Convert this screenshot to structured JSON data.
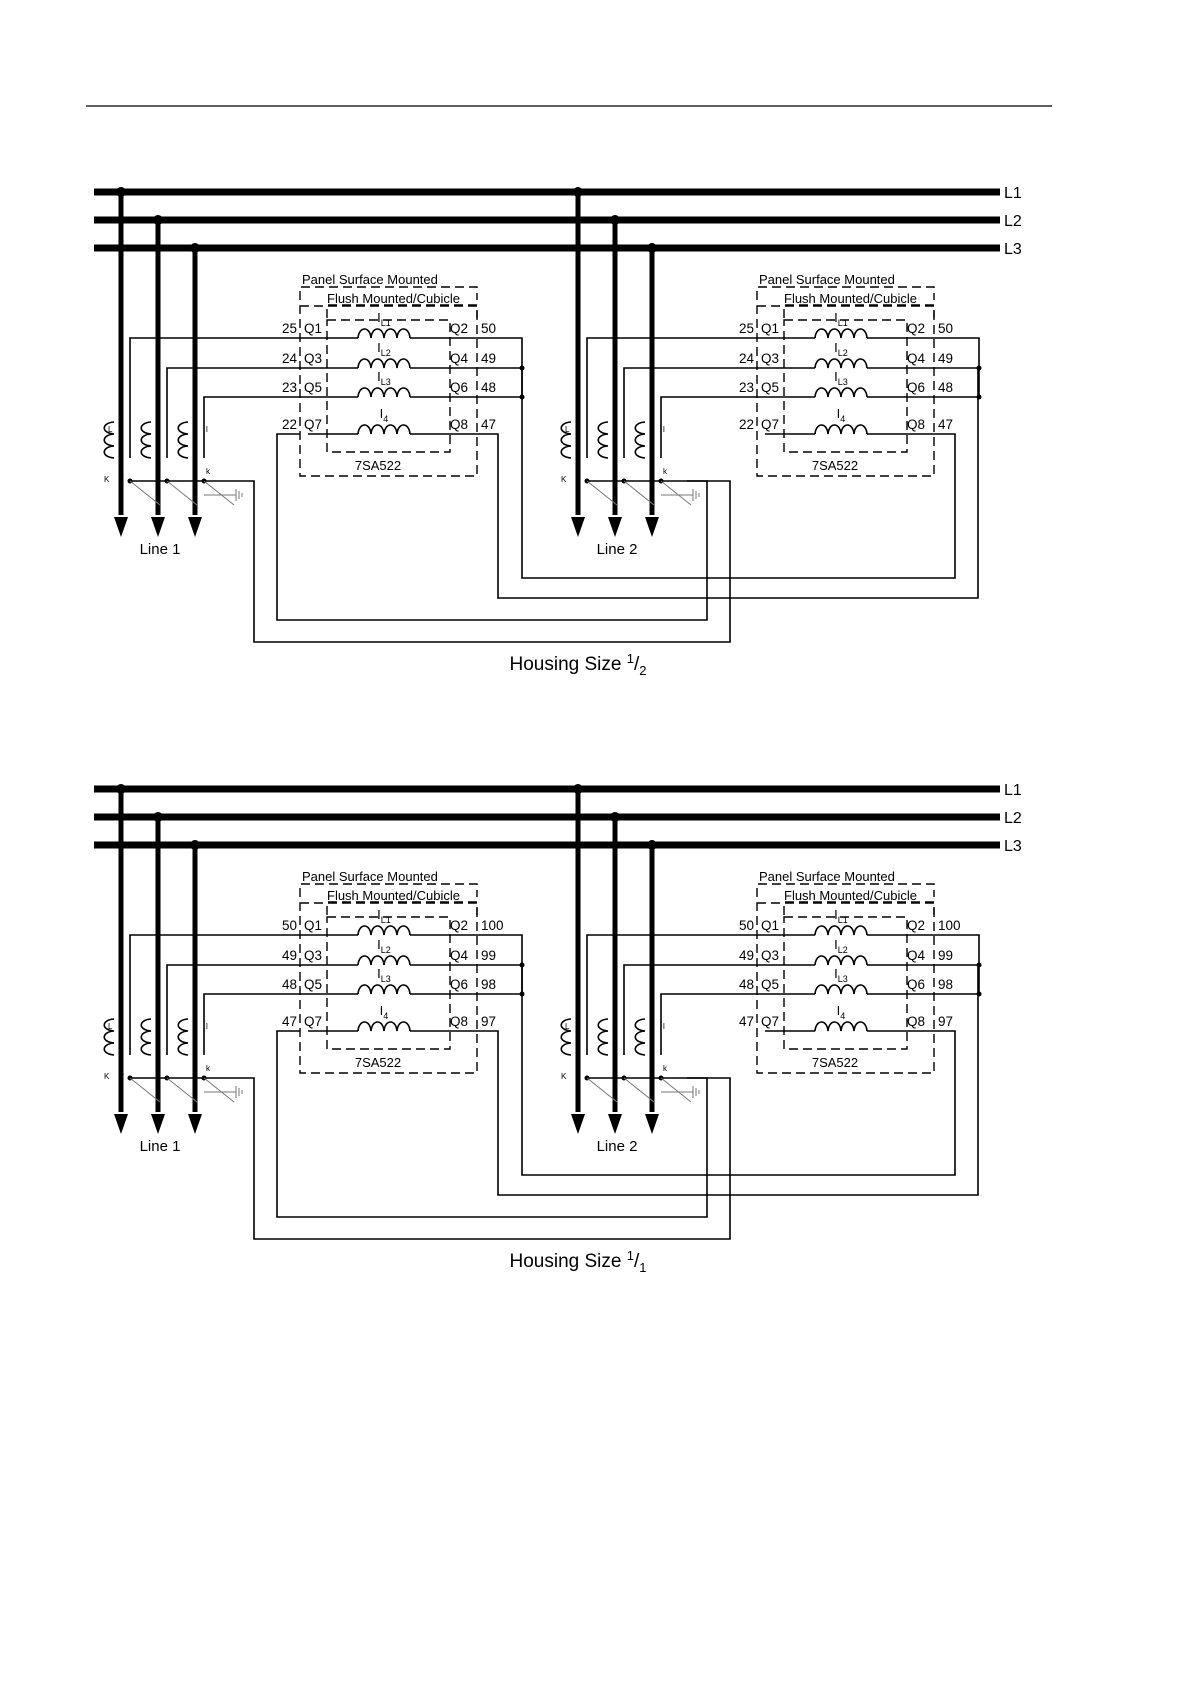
{
  "diagrams": [
    {
      "buses": [
        "L1",
        "L2",
        "L3"
      ],
      "panel_label": "Panel Surface Mounted",
      "flush_label": "Flush Mounted/Cubicle",
      "device_label": "7SA522",
      "coils": [
        {
          "name": "I",
          "sub": "L1"
        },
        {
          "name": "I",
          "sub": "L2"
        },
        {
          "name": "I",
          "sub": "L3"
        },
        {
          "name": "I",
          "sub": "4"
        }
      ],
      "left_q": [
        "Q1",
        "Q3",
        "Q5",
        "Q7"
      ],
      "right_q": [
        "Q2",
        "Q4",
        "Q6",
        "Q8"
      ],
      "left_terms": [
        "25",
        "24",
        "23",
        "22"
      ],
      "right_terms": [
        "50",
        "49",
        "48",
        "47"
      ],
      "line_labels": [
        "Line 1",
        "Line 2"
      ],
      "ct_labels": {
        "L": "L",
        "K": "K",
        "l": "l",
        "k": "k"
      },
      "housing_text": "Housing Size",
      "housing_num": "1",
      "housing_den": "2"
    },
    {
      "buses": [
        "L1",
        "L2",
        "L3"
      ],
      "panel_label": "Panel Surface Mounted",
      "flush_label": "Flush Mounted/Cubicle",
      "device_label": "7SA522",
      "coils": [
        {
          "name": "I",
          "sub": "L1"
        },
        {
          "name": "I",
          "sub": "L2"
        },
        {
          "name": "I",
          "sub": "L3"
        },
        {
          "name": "I",
          "sub": "4"
        }
      ],
      "left_q": [
        "Q1",
        "Q3",
        "Q5",
        "Q7"
      ],
      "right_q": [
        "Q2",
        "Q4",
        "Q6",
        "Q8"
      ],
      "left_terms": [
        "50",
        "49",
        "48",
        "47"
      ],
      "right_terms": [
        "100",
        "99",
        "98",
        "97"
      ],
      "line_labels": [
        "Line 1",
        "Line 2"
      ],
      "ct_labels": {
        "L": "L",
        "K": "K",
        "l": "l",
        "k": "k"
      },
      "housing_text": "Housing Size",
      "housing_num": "1",
      "housing_den": "1"
    }
  ]
}
